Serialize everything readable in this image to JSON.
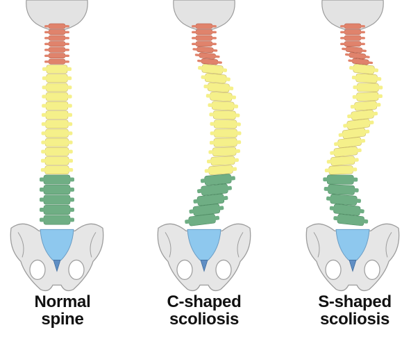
{
  "diagram": {
    "colors": {
      "skull": "#e3e3e3",
      "outline": "#9c9c9c",
      "cervical": "#e0836c",
      "thoracic": "#f5f08a",
      "lumbar": "#6fae84",
      "sacrum": "#8ec8ee",
      "coccyx": "#5f8ec4",
      "pelvis": "#e6e6e6"
    },
    "spines": [
      {
        "type": "normal",
        "icon": "normal-spine-icon",
        "caption_line1": "Normal",
        "caption_line2": "spine"
      },
      {
        "type": "c-shaped",
        "icon": "c-shaped-scoliosis-spine-icon",
        "caption_line1": "C-shaped",
        "caption_line2": "scoliosis"
      },
      {
        "type": "s-shaped",
        "icon": "s-shaped-scoliosis-spine-icon",
        "caption_line1": "S-shaped",
        "caption_line2": "scoliosis"
      }
    ]
  }
}
